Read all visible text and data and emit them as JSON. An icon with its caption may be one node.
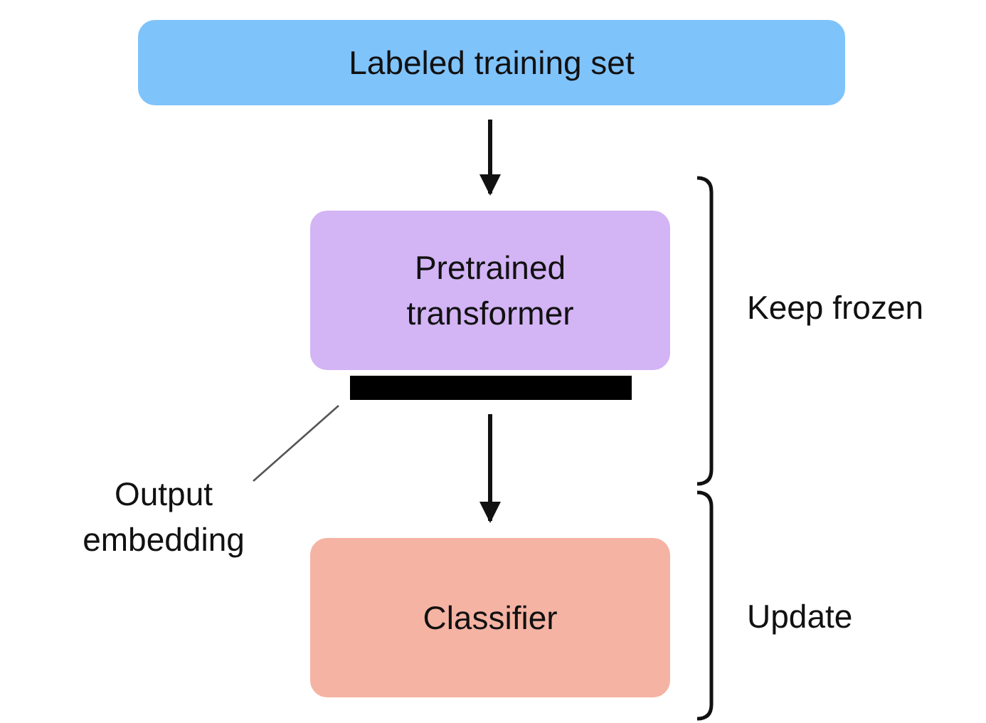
{
  "diagram": {
    "nodes": [
      {
        "text": [
          "Labeled training set"
        ]
      },
      {
        "text": [
          "Pretrained transformer"
        ]
      },
      {
        "text": [],
        "shape": "bar"
      },
      {
        "text": [
          "Classifier"
        ]
      },
      {
        "text": [
          "Output embedding"
        ]
      }
    ],
    "edges": [
      {
        "from": 0,
        "to": 1,
        "arrow": "to"
      },
      {
        "from": 2,
        "to": 3,
        "arrow": "to"
      },
      {
        "from": 4,
        "to": 2,
        "arrow": "none"
      }
    ],
    "labels": [
      "Keep frozen",
      "Update"
    ]
  }
}
